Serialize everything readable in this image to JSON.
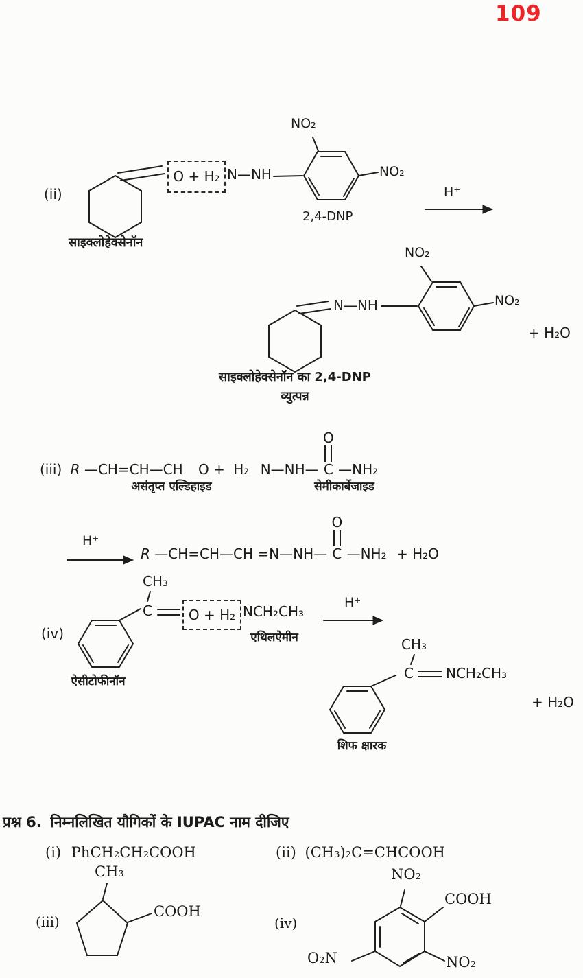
{
  "page": {
    "number": "109"
  },
  "reactions": {
    "ii": {
      "index": "(ii)",
      "reactant_label": "साइक्लोहेक्सेनॉन",
      "box_text": "O + H₂",
      "linker": "N—NH",
      "no2_top": "NO₂",
      "no2_para": "NO₂",
      "reagent_label": "2,4-DNP",
      "catalyst": "H⁺",
      "product_linker": "N—NH",
      "product_no2_top": "NO₂",
      "product_no2_para": "NO₂",
      "byproduct": "+ H₂O",
      "product_label_1": "साइक्लोहेक्सेनॉन का 2,4-DNP",
      "product_label_2": "व्युत्पन्न"
    },
    "iii": {
      "index": "(iii)",
      "r": "R",
      "chain": "—CH=CH—CH",
      "o_plus": "O +",
      "h2": "H₂",
      "hydrazide": "N—NH—",
      "carbonyl_o": "O",
      "carbon": "C",
      "amide": "—NH₂",
      "reactant_label": "असंतृप्त एल्डिहाइड",
      "reagent_label": "सेमीकार्बेजाइड",
      "catalyst": "H⁺",
      "p_r": "R",
      "p_chain": "—CH=CH—CH",
      "p_imine": "=N—NH—",
      "p_carbonyl_o": "O",
      "p_carbon": "C",
      "p_amide": "—NH₂",
      "byproduct": "+ H₂O"
    },
    "iv": {
      "index": "(iv)",
      "methyl": "CH₃",
      "carbon": "C",
      "box_text": "O + H₂",
      "amine": "NCH₂CH₃",
      "amine_label": "एथिलऐमीन",
      "reactant_label": "ऐसीटोफीनॉन",
      "catalyst": "H⁺",
      "p_methyl": "CH₃",
      "p_carbon": "C",
      "p_imine": "NCH₂CH₃",
      "product_label": "शिफ क्षारक",
      "byproduct": "+ H₂O"
    }
  },
  "question6": {
    "number": "प्रश्न 6.",
    "text": "निम्नलिखित यौगिकों के IUPAC नाम दीजिए",
    "items": {
      "i": {
        "index": "(i)",
        "formula": "PhCH₂CH₂COOH"
      },
      "ii": {
        "index": "(ii)",
        "formula": "(CH₃)₂C=CHCOOH"
      },
      "iii": {
        "index": "(iii)",
        "methyl": "CH₃",
        "cooh": "COOH"
      },
      "iv": {
        "index": "(iv)",
        "no2_top": "NO₂",
        "cooh": "COOH",
        "o2n": "O₂N",
        "no2_br": "NO₂"
      }
    }
  }
}
